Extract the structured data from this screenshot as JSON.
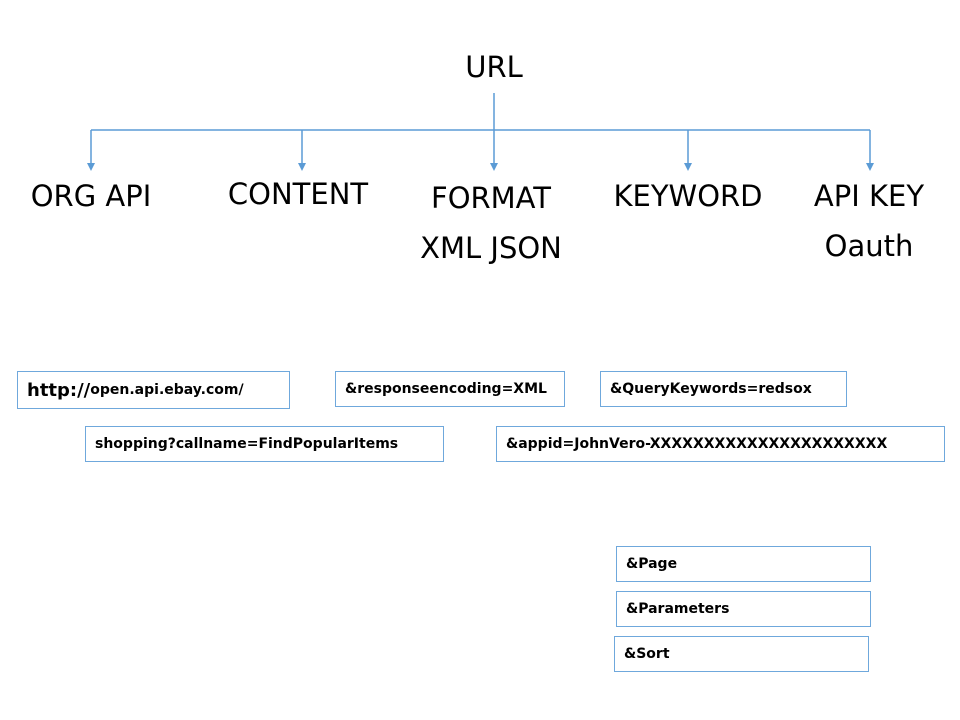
{
  "root": {
    "label": "URL"
  },
  "branches": [
    {
      "id": "org-api",
      "label": "ORG API",
      "sublabel": ""
    },
    {
      "id": "content",
      "label": "CONTENT",
      "sublabel": ""
    },
    {
      "id": "format",
      "label": "FORMAT",
      "sublabel": "XML  JSON"
    },
    {
      "id": "keyword",
      "label": "KEYWORD",
      "sublabel": ""
    },
    {
      "id": "api-key",
      "label": "API KEY",
      "sublabel": "Oauth"
    }
  ],
  "url_parts": {
    "base_prefix": "http://",
    "base_rest": " open.api.ebay.com/",
    "callname": "shopping?callname=FindPopularItems",
    "responseencoding": "&responseencoding=XML",
    "querykeywords": "&QueryKeywords=redsox",
    "appid": "&appid=JohnVero-XXXXXXXXXXXXXXXXXXXXXX"
  },
  "extra_params": {
    "page": "&Page",
    "parameters": "&Parameters",
    "sort": "&Sort"
  },
  "colors": {
    "connector": "#5b9bd5",
    "box_border": "#6fa8dc",
    "text": "#000000",
    "background": "#ffffff"
  }
}
